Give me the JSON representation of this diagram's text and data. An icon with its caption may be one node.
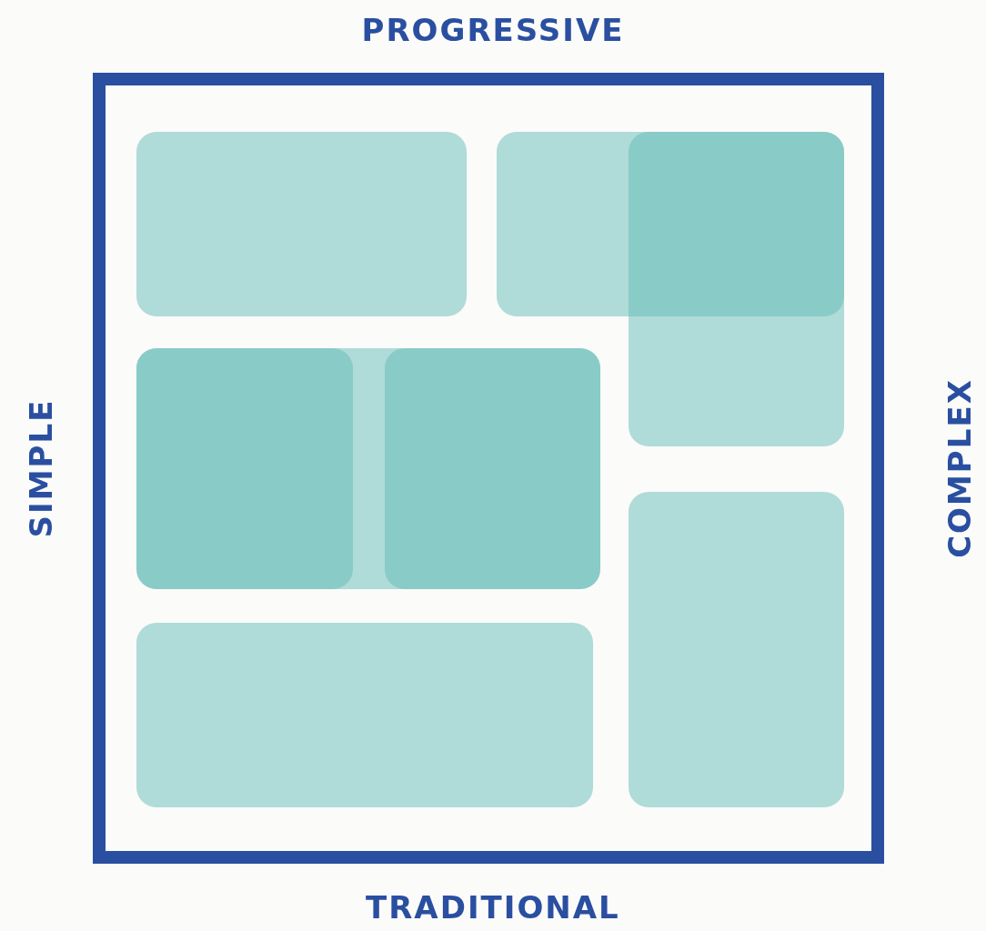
{
  "diagram": {
    "nodes": [
      {
        "text": [],
        "shape": "box"
      },
      {
        "text": [],
        "shape": "box",
        "in": 0
      },
      {
        "text": [],
        "shape": "box",
        "in": 0
      },
      {
        "text": [],
        "shape": "box",
        "in": 0
      },
      {
        "text": [],
        "shape": "box",
        "in": 0
      },
      {
        "text": [],
        "shape": "box",
        "in": 4
      },
      {
        "text": [],
        "shape": "box",
        "in": 4
      },
      {
        "text": [],
        "shape": "box",
        "in": 0
      },
      {
        "text": [],
        "shape": "box",
        "in": 0
      }
    ],
    "labels": [
      "PROGRESSIVE",
      "SIMPLE",
      "COMPLEX",
      "TRADITIONAL"
    ]
  }
}
